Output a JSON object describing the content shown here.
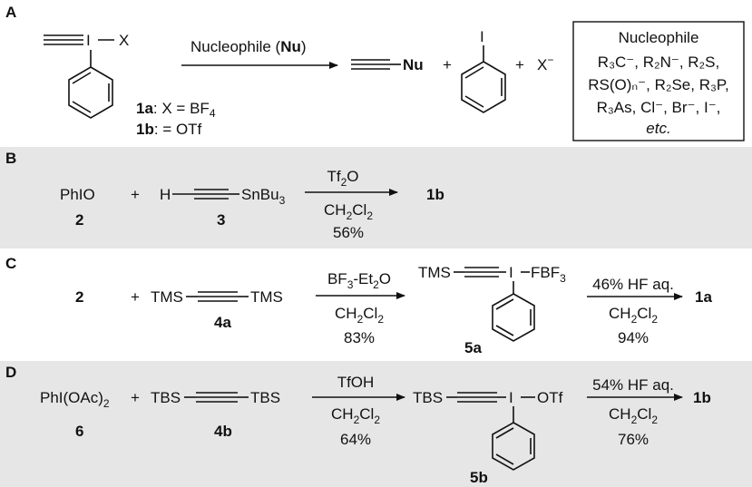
{
  "panels": {
    "A": {
      "letter": "A",
      "reagent_x": "X",
      "reagent_i": "I",
      "label_1a_num": "1a",
      "label_1a_text": ": X = BF",
      "label_1a_sub": "4",
      "label_1b_num": "1b",
      "label_1b_text": ":   = OTf",
      "arrow_label_pre": "Nucleophile (",
      "arrow_label_bold": "Nu",
      "arrow_label_post": ")",
      "product_nu": "Nu",
      "plus1": "+",
      "product_i": "I",
      "plus2": "+",
      "product_x": "X",
      "product_x_sup": "−",
      "box_title": "Nucleophile",
      "box_line1": "R₃C⁻, R₂N⁻, R₂S,",
      "box_line2": "RS(O)ₙ⁻, R₂Se, R₃P,",
      "box_line3": "R₃As, Cl⁻, Br⁻, I⁻,",
      "box_line4": "etc."
    },
    "B": {
      "letter": "B",
      "reactant1": "PhIO",
      "reactant1_num": "2",
      "plus": "+",
      "h": "H",
      "snbu": "SnBu",
      "snbu_sub": "3",
      "reactant2_num": "3",
      "reagent_top": "Tf",
      "reagent_top_sub": "2",
      "reagent_top_tail": "O",
      "solvent": "CH",
      "solvent_sub1": "2",
      "solvent_mid": "Cl",
      "solvent_sub2": "2",
      "yield": "56%",
      "product": "1b"
    },
    "C": {
      "letter": "C",
      "reactant1_num": "2",
      "plus": "+",
      "tms_left": "TMS",
      "tms_right": "TMS",
      "reactant2_num": "4a",
      "reagent_top": "BF",
      "reagent_top_sub": "3",
      "reagent_top_tail": "-Et",
      "reagent_top_sub2": "2",
      "reagent_top_tail2": "O",
      "solvent": "CH",
      "solvent_sub1": "2",
      "solvent_mid": "Cl",
      "solvent_sub2": "2",
      "yield1": "83%",
      "inter_tms": "TMS",
      "inter_i": "I",
      "inter_fbf": "FBF",
      "inter_fbf_sub": "3",
      "inter_num": "5a",
      "reagent2_top": "46% HF aq.",
      "solvent2": "CH",
      "solvent2_sub1": "2",
      "solvent2_mid": "Cl",
      "solvent2_sub2": "2",
      "yield2": "94%",
      "product": "1a"
    },
    "D": {
      "letter": "D",
      "reactant1": "PhI(OAc)",
      "reactant1_sub": "2",
      "reactant1_num": "6",
      "plus": "+",
      "tbs_left": "TBS",
      "tbs_right": "TBS",
      "reactant2_num": "4b",
      "reagent_top": "TfOH",
      "solvent": "CH",
      "solvent_sub1": "2",
      "solvent_mid": "Cl",
      "solvent_sub2": "2",
      "yield1": "64%",
      "inter_tbs": "TBS",
      "inter_i": "I",
      "inter_otf": "OTf",
      "inter_num": "5b",
      "reagent2_top": "54% HF aq.",
      "solvent2": "CH",
      "solvent2_sub1": "2",
      "solvent2_mid": "Cl",
      "solvent2_sub2": "2",
      "yield2": "76%",
      "product": "1b"
    }
  },
  "colors": {
    "panel_gray": "#e6e6e6",
    "ink": "#111111"
  }
}
